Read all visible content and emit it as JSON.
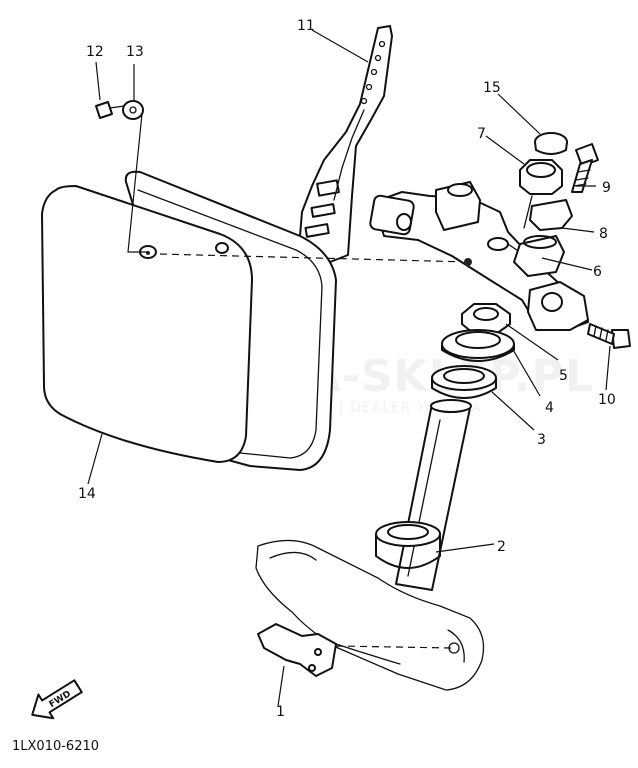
{
  "watermark": {
    "brand": "YAMA-SKLEP.PL",
    "dealer": "WOJCIECHOWICZ | DEALER YAMAHA",
    "color": "#e34a4a"
  },
  "callouts": [
    "1",
    "2",
    "3",
    "4",
    "5",
    "6",
    "7",
    "8",
    "9",
    "10",
    "11",
    "12",
    "13",
    "14",
    "15"
  ],
  "fwd_label": "FWD",
  "diagram_code": "1LX010-6210"
}
